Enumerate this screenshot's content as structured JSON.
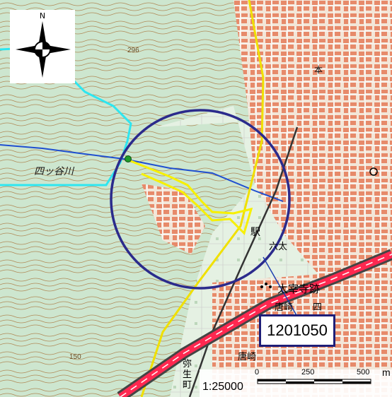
{
  "map": {
    "labels": {
      "river": "四ッ谷川",
      "elevation_top": "296",
      "elevation_bottom": "150",
      "station": "駅",
      "station_area": "六太",
      "ruins": "太宰寺跡",
      "district_east": "唐崎",
      "district_east_num": "四",
      "district_south": "唐崎",
      "district_south2": "弥生町",
      "district_upper_right": "本"
    },
    "colors": {
      "water": "#2ee6f0",
      "route": "#f7f000",
      "circle": "#2b2b8c",
      "railway_jr": "#ff2850",
      "road_main": "#f0e000",
      "urban": "#e78a6a",
      "terrain": "#cde6cf",
      "contour": "#b08a58"
    },
    "icons": {
      "compass": "compass-rose-icon",
      "start_point": "green-dot-marker-icon"
    }
  },
  "compass": {
    "north": "N"
  },
  "site": {
    "code": "1201050"
  },
  "scale": {
    "ratio": "1:25000",
    "ticks": [
      "0",
      "250",
      "500"
    ],
    "unit": "m"
  }
}
